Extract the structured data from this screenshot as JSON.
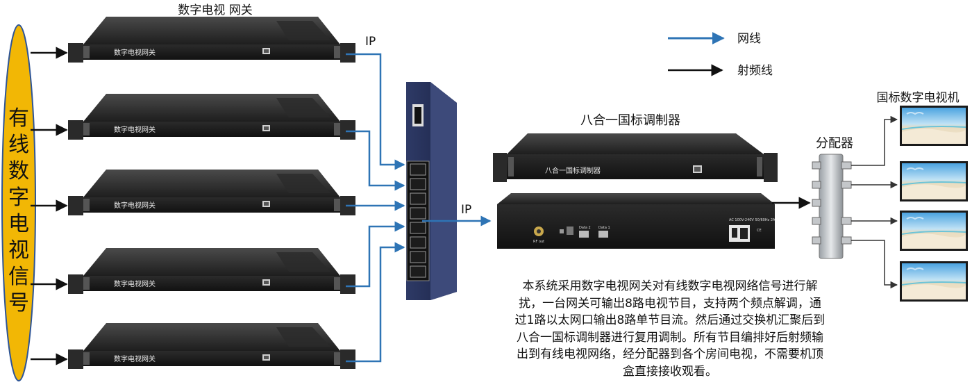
{
  "colors": {
    "network_cable": "#2e74b5",
    "rf_cable": "#111111",
    "source_ellipse": "#f2b705"
  },
  "source": {
    "chars": [
      "有",
      "线",
      "数",
      "字",
      "电",
      "视",
      "信",
      "号"
    ]
  },
  "gateways": {
    "title": "数字电视 网关",
    "front_label": "数字电视网关",
    "count": 5
  },
  "ip_labels": {
    "gateway_side": "IP",
    "modulator_side": "IP"
  },
  "modulator": {
    "title": "八合一国标调制器",
    "front_label": "八合一国标调制器"
  },
  "modulator_back": {
    "rf_port": "RF out",
    "data2": "Data 2",
    "data1": "Data 1",
    "power": "AC 100V-240V 50/60Hz 2A"
  },
  "splitter": {
    "title": "分配器",
    "outputs": 4
  },
  "tvs": {
    "title": "国标数字电视机",
    "count": 4
  },
  "legend": [
    {
      "label": "网线",
      "kind": "network",
      "icon": "blue-arrow"
    },
    {
      "label": "射频线",
      "kind": "rf",
      "icon": "black-arrow"
    }
  ],
  "description": {
    "lines": [
      "本系统采用数字电视网关对有线数字电视网络信号进行解",
      "扰，一台网关可输出8路电视节目，支持两个频点解调，通",
      "过1路以太网口输出8路单节目流。然后通过交换机汇聚后到",
      "八合一国标调制器进行复用调制。所有节目编排好后射频输",
      "出到有线电视网络，经分配器到各个房间电视，不需要机顶",
      "盒直接接收观看。"
    ]
  }
}
